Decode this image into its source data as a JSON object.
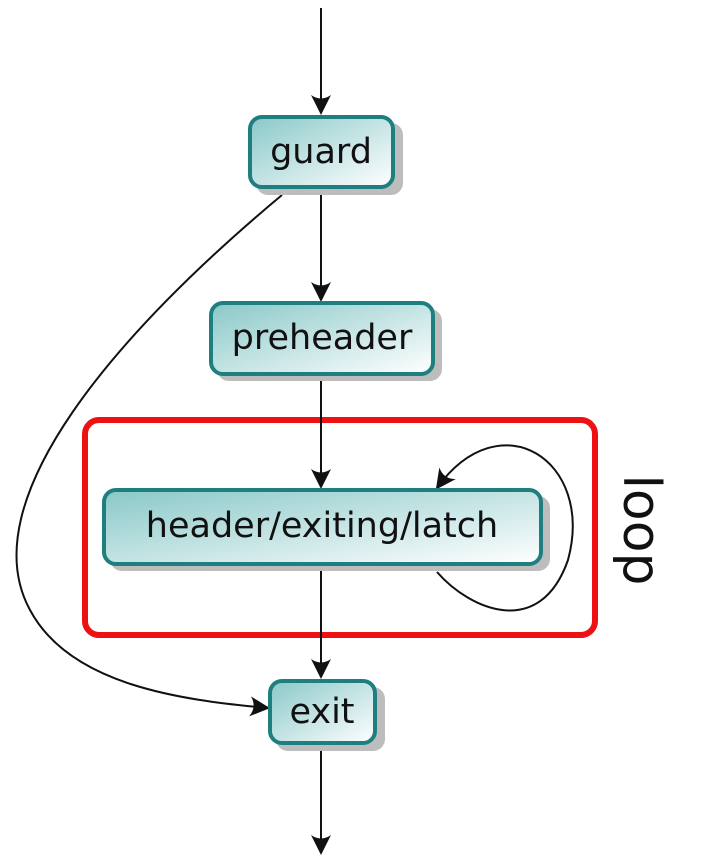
{
  "nodes": {
    "guard": "guard",
    "preheader": "preheader",
    "header": "header/exiting/latch",
    "exit": "exit"
  },
  "region": {
    "label": "loop",
    "border_color": "#ee1111"
  },
  "colors": {
    "node_border": "#1f7f80",
    "node_fill_dark": "#8ac8c8",
    "node_fill_light": "#ffffff",
    "shadow": "#bdbdbd",
    "edge": "#111111"
  }
}
